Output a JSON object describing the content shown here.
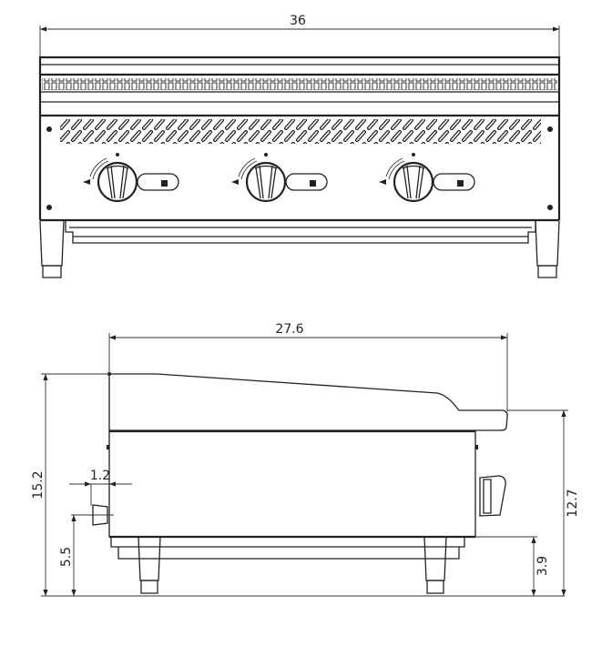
{
  "front_view": {
    "width_dimension": "36",
    "knob_count": 3
  },
  "side_view": {
    "depth_dimension": "27.6",
    "overall_height_dimension": "15.2",
    "knob_depth_dimension": "1.2",
    "knob_height_dimension": "5.5",
    "body_height_dimension": "12.7",
    "leg_height_dimension": "3.9"
  }
}
